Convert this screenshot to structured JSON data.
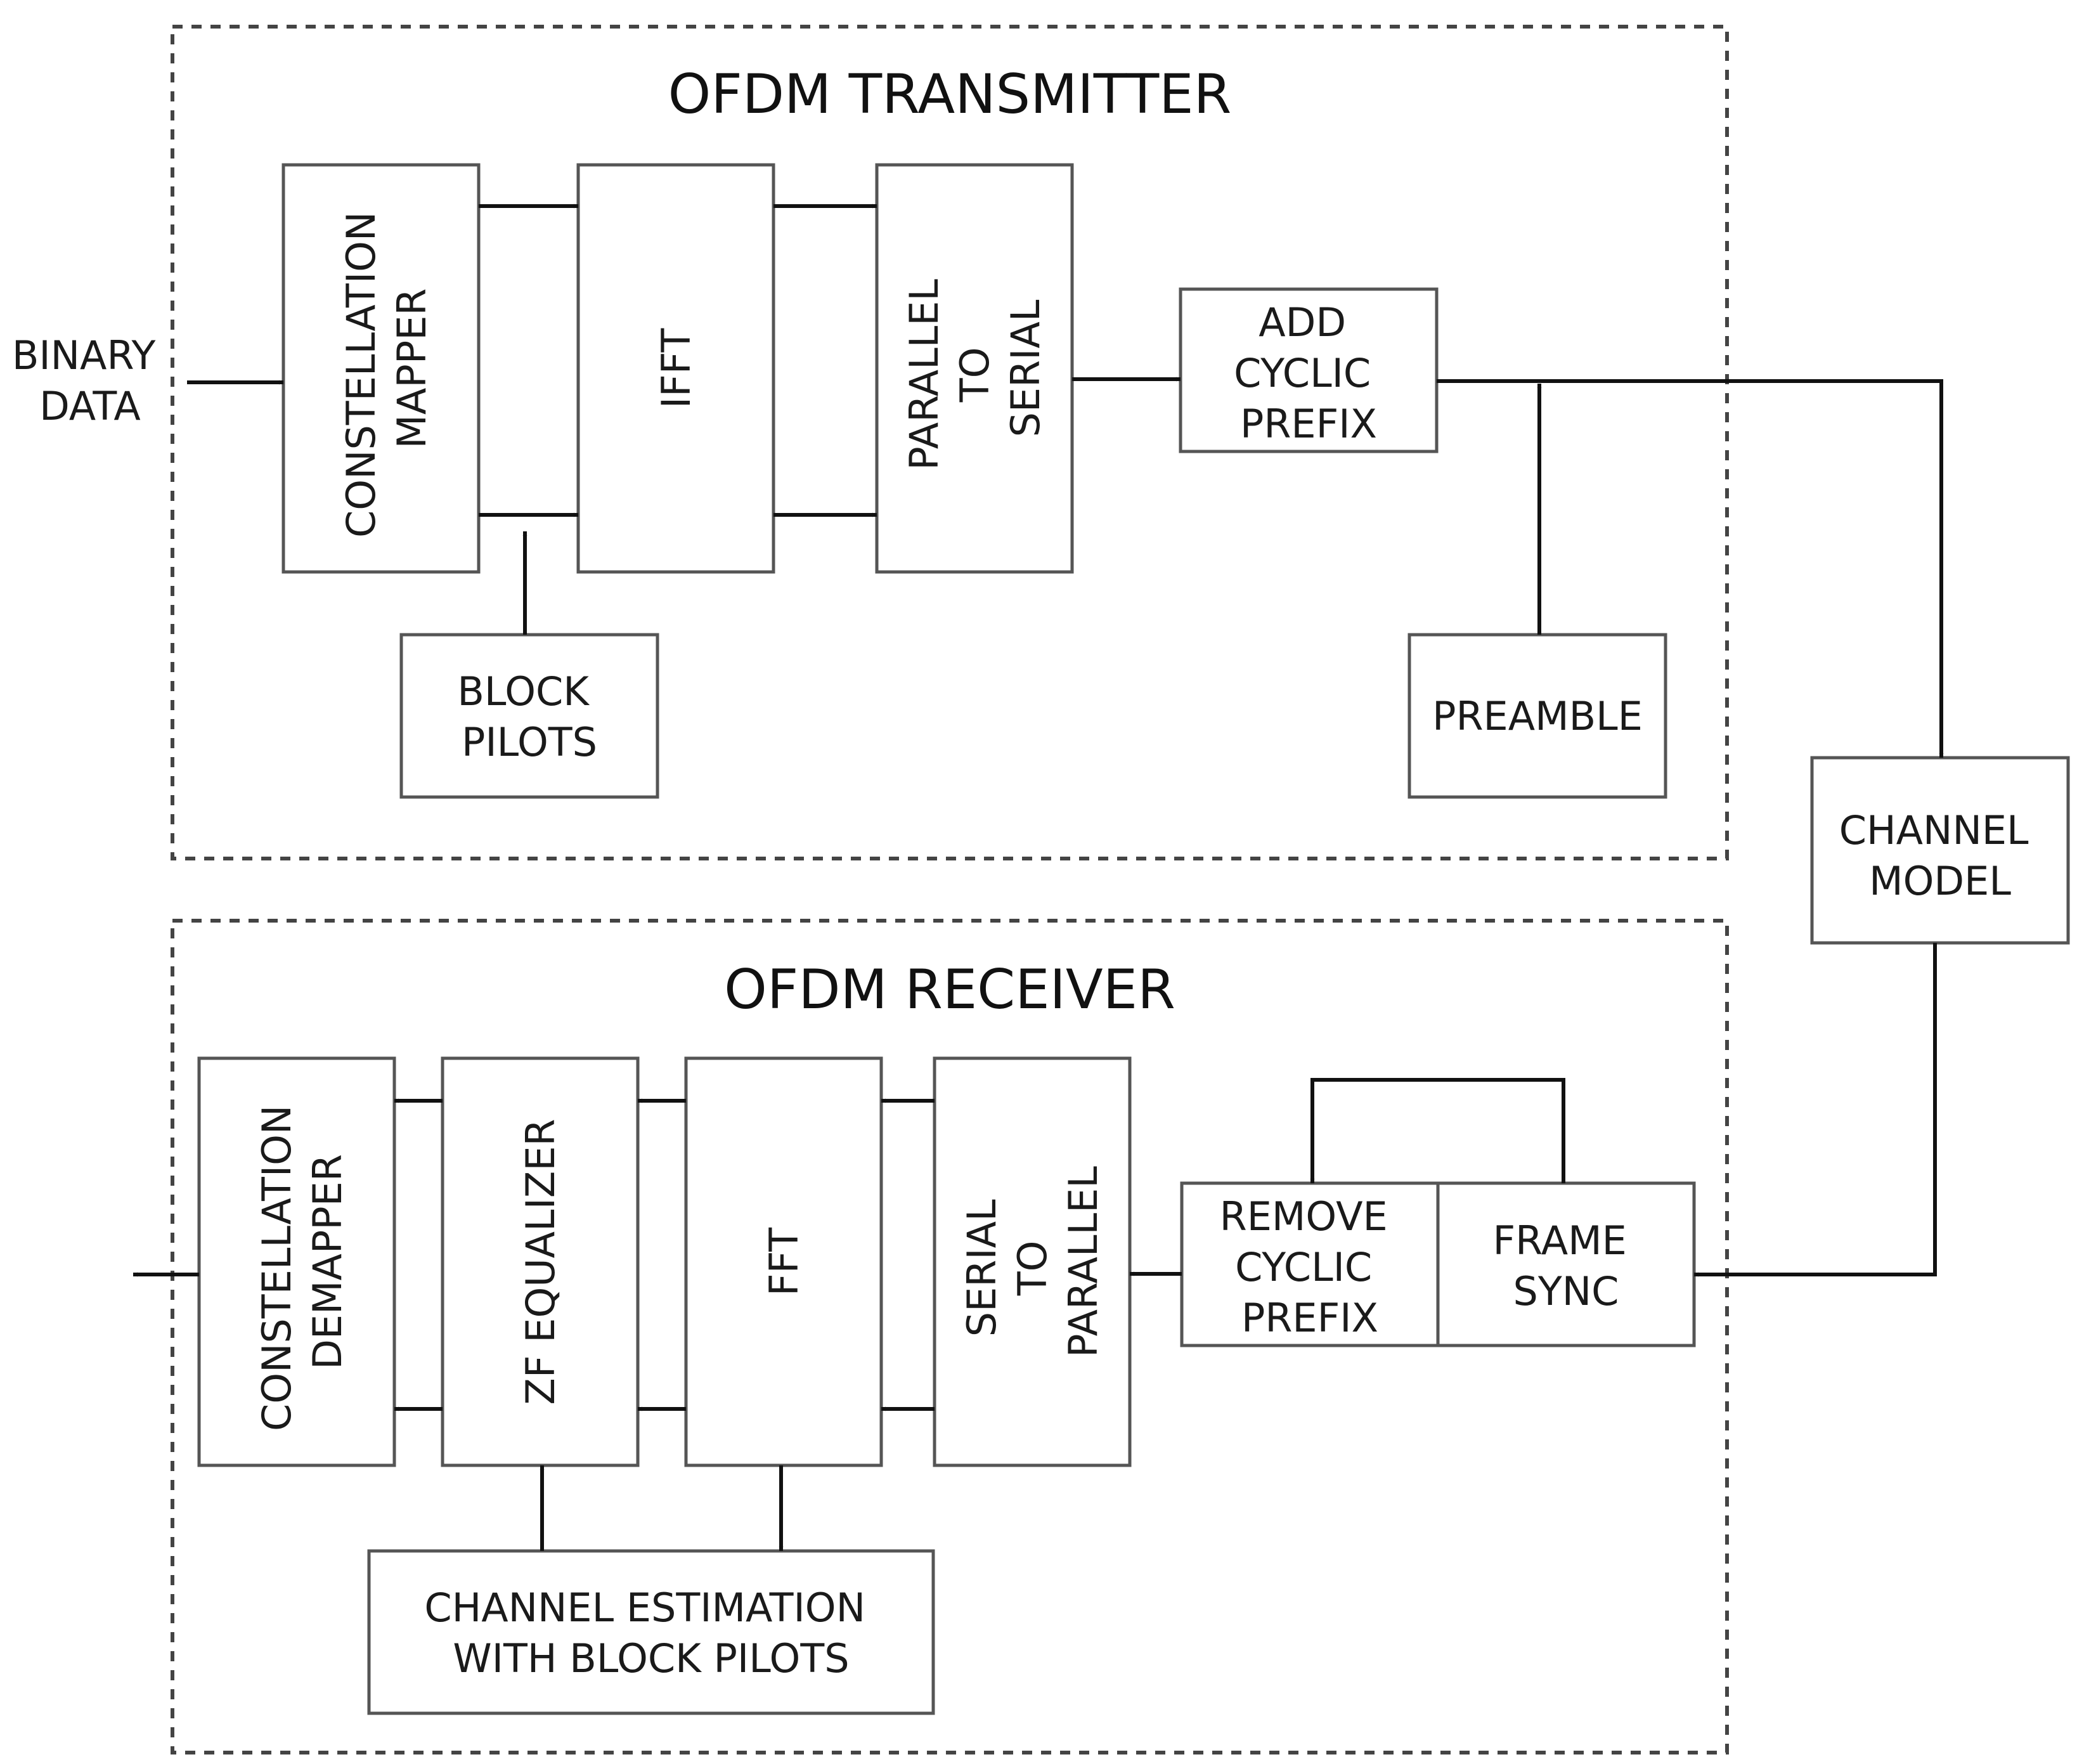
{
  "transmitter": {
    "title": "OFDM TRANSMITTER",
    "input_label": [
      "BINARY",
      "DATA"
    ],
    "blocks": {
      "constellation_mapper": [
        "CONSTELLATION",
        "MAPPER"
      ],
      "ifft": [
        "IFFT"
      ],
      "parallel_to_serial": [
        "PARALLEL",
        "TO",
        "SERIAL"
      ],
      "add_cyclic_prefix": [
        "ADD",
        "CYCLIC",
        "PREFIX"
      ],
      "block_pilots": [
        "BLOCK",
        "PILOTS"
      ],
      "preamble": [
        "PREAMBLE"
      ]
    }
  },
  "channel": {
    "channel_model": [
      "CHANNEL",
      "MODEL"
    ]
  },
  "receiver": {
    "title": "OFDM RECEIVER",
    "blocks": {
      "constellation_demapper": [
        "CONSTELLATION",
        "DEMAPPER"
      ],
      "zf_equalizer": [
        "ZF EQUALIZER"
      ],
      "fft": [
        "FFT"
      ],
      "serial_to_parallel": [
        "SERIAL",
        "TO",
        "PARALLEL"
      ],
      "remove_cyclic_prefix": [
        "REMOVE",
        "CYCLIC",
        "PREFIX"
      ],
      "frame_sync": [
        "FRAME",
        "SYNC"
      ],
      "channel_estimation": [
        "CHANNEL ESTIMATION",
        "WITH BLOCK PILOTS"
      ]
    }
  }
}
